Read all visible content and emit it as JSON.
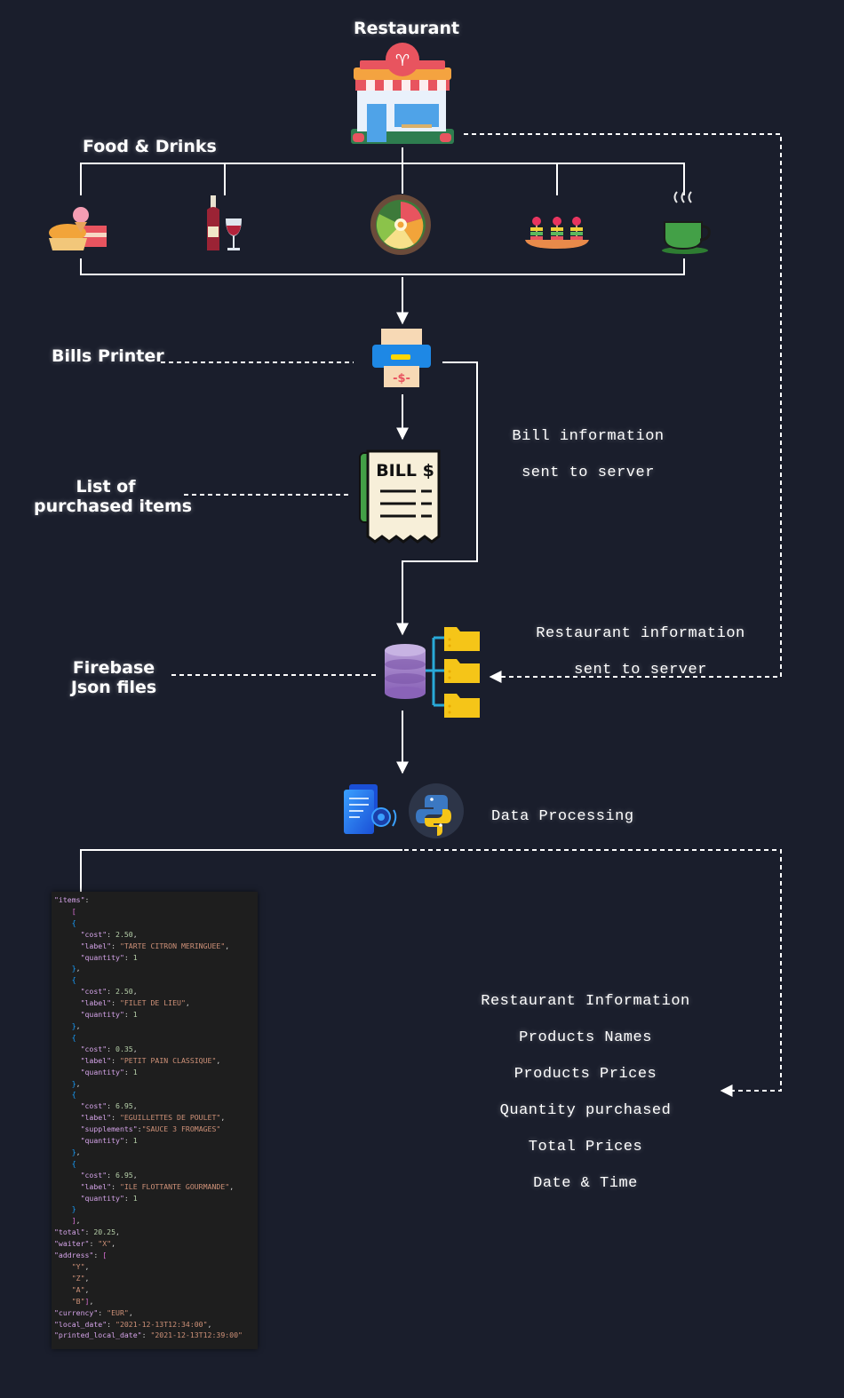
{
  "labels": {
    "restaurant": "Restaurant",
    "food_drinks": "Food & Drinks",
    "bills_printer": "Bills Printer",
    "list_line1": "List of",
    "list_line2": "purchased items",
    "firebase_line1": "Firebase",
    "firebase_line2": "Json files",
    "bill_info_line1": "Bill information",
    "bill_info_line2": "sent to server",
    "rest_info_line1": "Restaurant information",
    "rest_info_line2": "sent to server",
    "data_processing": "Data Processing"
  },
  "bill_icon_text": "BILL $",
  "receipt_icon_text": "-$-",
  "outputs": [
    "Restaurant Information",
    "Products Names",
    "Products Prices",
    "Quantity purchased",
    "Total Prices",
    "Date & Time"
  ],
  "json_sample": {
    "items_key": "\"items\"",
    "items": [
      {
        "cost": "2.50",
        "label": "\"TARTE CITRON MERINGUEE\"",
        "quantity": "1"
      },
      {
        "cost": "2.50",
        "label": "\"FILET DE LIEU\"",
        "quantity": "1"
      },
      {
        "cost": "0.35",
        "label": "\"PETIT PAIN CLASSIQUE\"",
        "quantity": "1"
      },
      {
        "cost": "6.95",
        "label": "\"EGUILLETTES DE POULET\"",
        "supplements": "\"SAUCE 3 FROMAGES\"",
        "quantity": "1"
      },
      {
        "cost": "6.95",
        "label": "\"ILE FLOTTANTE GOURMANDE\"",
        "quantity": "1"
      }
    ],
    "total": "20.25",
    "waiter": "\"X\"",
    "address": [
      "\"Y\"",
      "\"Z\"",
      "\"A\"",
      "\"B\""
    ],
    "currency": "\"EUR\"",
    "local_date": "\"2021-12-13T12:34:00\"",
    "printed_local_date": "\"2021-12-13T12:39:00\""
  }
}
